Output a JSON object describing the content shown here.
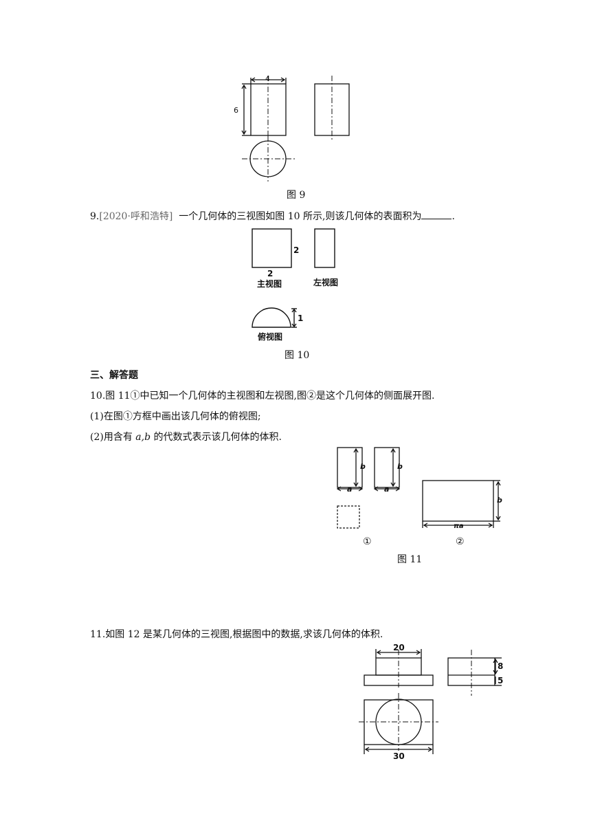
{
  "fig9": {
    "caption": "图 9",
    "width_label": "4",
    "height_label": "6"
  },
  "q9": {
    "number": "9.",
    "source": "[2020·呼和浩特]",
    "text": "一个几何体的三视图如图 10 所示,则该几何体的表面积为",
    "end": "."
  },
  "fig10": {
    "caption": "图 10",
    "side_label": "2",
    "bottom_label": "2",
    "front_view": "主视图",
    "left_view": "左视图",
    "top_view": "俯视图",
    "height_label": "1"
  },
  "section3": {
    "title": "三、解答题"
  },
  "q10": {
    "intro": "10.图 11①中已知一个几何体的主视图和左视图,图②是这个几何体的侧面展开图.",
    "part1": "(1)在图①方框中画出该几何体的俯视图;",
    "part2_prefix": "(2)用含有 ",
    "part2_vars": "a,b",
    "part2_suffix": " 的代数式表示该几何体的体积."
  },
  "fig11": {
    "caption": "图 11",
    "label_a1": "a",
    "label_b1": "b",
    "label_a2": "a",
    "label_b2": "b",
    "label_b3": "b",
    "label_pia": "πa",
    "mark1": "①",
    "mark2": "②"
  },
  "q11": {
    "text": "11.如图 12 是某几何体的三视图,根据图中的数据,求该几何体的体积."
  },
  "fig12": {
    "top_label": "20",
    "bottom_label": "30",
    "right_top_label": "8",
    "right_bottom_label": "5"
  }
}
